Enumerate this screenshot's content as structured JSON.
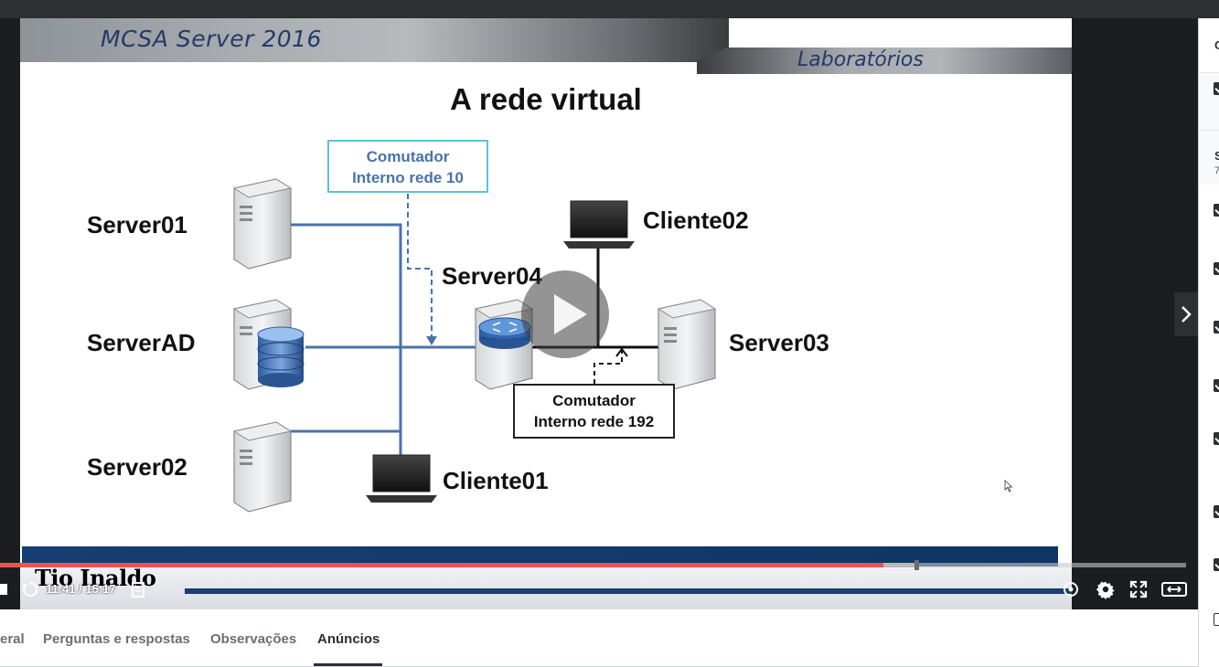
{
  "slide": {
    "header_left": "MCSA Server 2016",
    "header_right": "Laboratórios",
    "title": "A rede virtual",
    "nodes": {
      "server01": "Server01",
      "serverad": "ServerAD",
      "server02": "Server02",
      "server04": "Server04",
      "server03": "Server03",
      "cliente01": "Cliente01",
      "cliente02": "Cliente02"
    },
    "switch_10": [
      "Comutador",
      "Interno rede 10"
    ],
    "switch_192": [
      "Comutador",
      "Interno rede 192"
    ],
    "banner_text": "Tio Inaldo"
  },
  "player": {
    "time": "11:41 / 15:17",
    "progress_fraction": 0.745,
    "buffer_fraction": 0.773,
    "icons": [
      "rewind-icon",
      "bookmark-icon",
      "transcript-icon",
      "settings-icon",
      "fullscreen-icon",
      "expand-icon",
      "next-arrow-icon"
    ]
  },
  "sidebar": {
    "header": "C",
    "section_title": "S",
    "section_subtitle": "7"
  },
  "tabs": [
    {
      "label": "eral",
      "active": false
    },
    {
      "label": "Perguntas e respostas",
      "active": false
    },
    {
      "label": "Observações",
      "active": false
    },
    {
      "label": "Anúncios",
      "active": true
    }
  ],
  "colors": {
    "accent_progress": "#ec5252",
    "slide_header_blue": "#243a6a",
    "switch_blue_border": "#5ac3d8",
    "line_blue": "#4a72aa"
  }
}
